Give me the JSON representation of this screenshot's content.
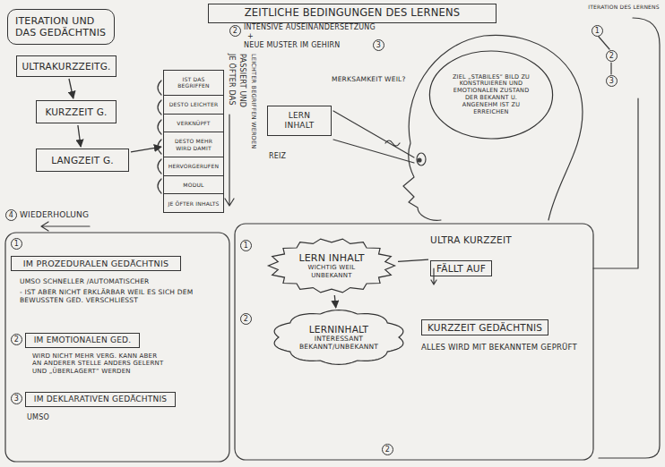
{
  "diagram": {
    "nodes": [
      {
        "text": [
          "ITERATION UND DAS GEDÄCHTNIS"
        ]
      },
      {
        "text": [
          "ZEITLICHE BEDINGUNGEN DES LERNENS"
        ]
      },
      {
        "text": [
          "ITERATION DES LERNENS"
        ]
      },
      {
        "text": [
          "ULTRAKURZZEITG."
        ]
      },
      {
        "text": [
          "KURZZEIT G."
        ]
      },
      {
        "text": [
          "LANGZEIT G."
        ]
      },
      {
        "text": [
          "IST DAS BEGRIFFEN",
          "DESTO LEICHTER",
          "VERKNÜPFT",
          "DESTO MEHR WIRD DAMIT",
          "HERVORGERUFEN",
          "MODUL",
          "JE ÖFTER INHALTS"
        ]
      },
      {
        "text": [
          "LERN INHALT"
        ]
      },
      {
        "text": [
          "ZIEL „STABILES“ BILD ZU KONSTRUIEREN UND EMOTIONALEN ZUSTAND DER BEKANNT U. ANGENEHM IST ZU ERREICHEN"
        ]
      },
      {
        "text": [
          "LERN INHALT",
          "WICHTIG WEIL UNBEKANNT"
        ]
      },
      {
        "text": [
          "LERNINHALT",
          "INTERESSANT BEKANNT/UNBEKANNT"
        ]
      },
      {
        "text": [
          "ULTRA KURZZEIT",
          "FÄLLT AUF"
        ]
      },
      {
        "text": [
          "KURZZEIT GEDÄCHTNIS",
          "ALLES WIRD MIT BEKANNTEM GEPRÜFT"
        ]
      },
      {
        "text": [
          "IM PROZEDURALEN GEDÄCHTNIS"
        ]
      },
      {
        "text": [
          "IM EMOTIONALEN GED."
        ]
      },
      {
        "text": [
          "IM DEKLARATIVEN GEDÄCHTNIS"
        ]
      }
    ],
    "edges": [
      {
        "from": 3,
        "to": 4,
        "arrow": "to"
      },
      {
        "from": 4,
        "to": 5,
        "arrow": "to"
      },
      {
        "from": 5,
        "to": 6,
        "arrow": "to"
      },
      {
        "from": 9,
        "to": 10,
        "arrow": "to"
      },
      {
        "from": 11,
        "to": 9,
        "arrow": "none"
      }
    ],
    "labels": [
      "4",
      "WIEDERHOLUNG",
      "1",
      "UMSO SCHNELLER /AUTOMATISCHER",
      "- IST ABER NICHT ERKLÄRBAR WEIL ES SICH DEM BEWUSSTEN GED. VERSCHLIESST",
      "2",
      "WIRD NICHT MEHR VERG. KANN ABER AN ANDERER STELLE ANDERS GELERNT UND „ÜBERLAGERT“ WERDEN",
      "3",
      "UMSO",
      "2",
      "INTENSIVE AUSEINANDERSETZUNG",
      "+",
      "NEUE MUSTER IM GEHIRN",
      "3",
      "MERKSAMKEIT WEIL?",
      "JE ÖFTER DAS",
      "PASSIERT UND",
      "LEICHTER BEGRIFFEN WERDEN",
      "REIZ",
      "1",
      "2",
      "2",
      "1",
      "2",
      "3"
    ]
  }
}
